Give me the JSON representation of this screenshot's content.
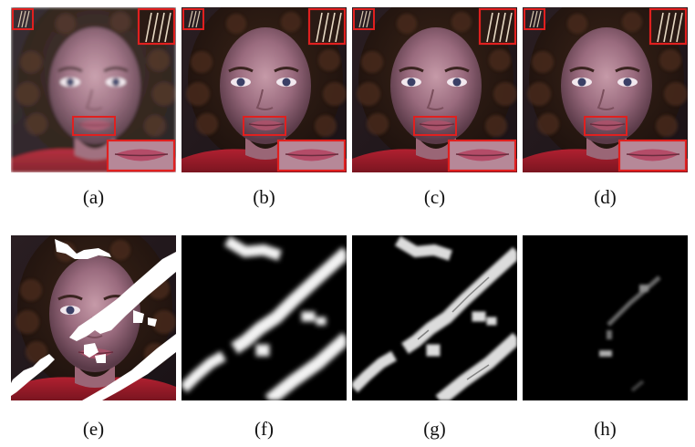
{
  "figure": {
    "captions": {
      "a": "(a)",
      "b": "(b)",
      "c": "(c)",
      "d": "(d)",
      "e": "(e)",
      "f": "(f)",
      "g": "(g)",
      "h": "(h)"
    }
  },
  "colors": {
    "highlight_box": "#e0201f",
    "mask_fill": "#ffffff",
    "background_dark": "#000000"
  }
}
